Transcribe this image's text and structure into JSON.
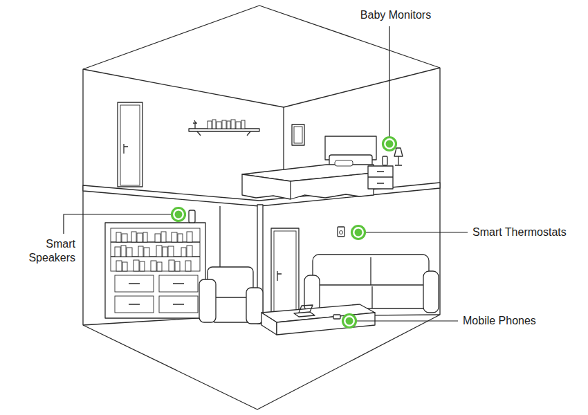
{
  "diagram": {
    "labels": [
      "Baby Monitors",
      "Smart Speakers",
      "Smart Thermostats",
      "Mobile Phones"
    ]
  }
}
